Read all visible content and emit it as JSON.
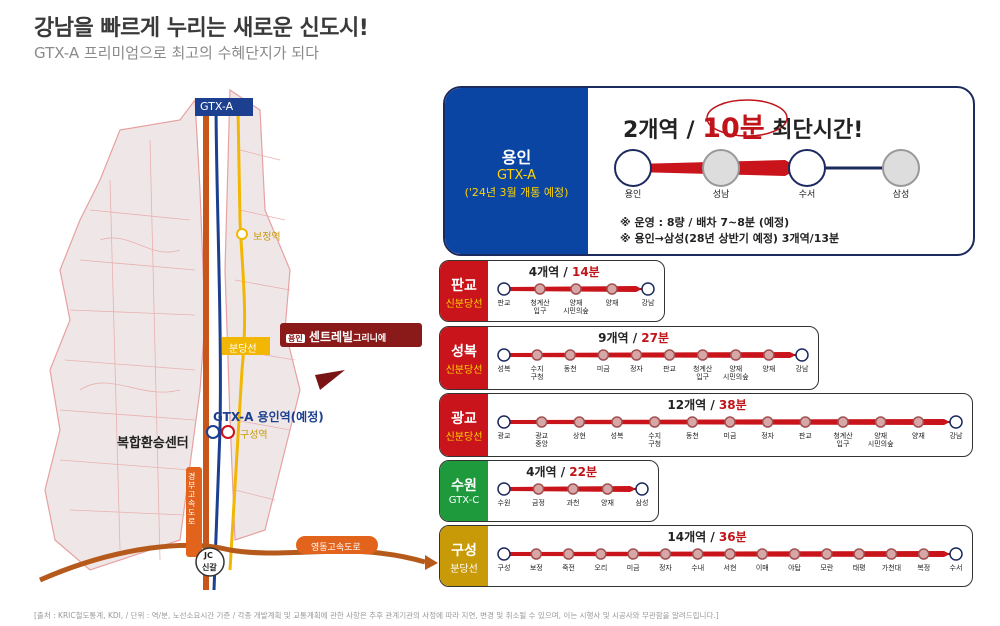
{
  "header": {
    "title": "강남을 빠르게 누리는 새로운 신도시!",
    "subtitle": "GTX-A 프리미엄으로 최고의 수혜단지가 되다"
  },
  "map": {
    "gtx_label": "GTX-A",
    "bojeong": "보정역",
    "bundang": "분당선",
    "brand_badge": "용인",
    "brand": "센트레빌",
    "brand_sub": "그리니에",
    "gtx_station": "GTX-A 용인역(예정)",
    "guseong": "구성역",
    "center": "복합환승센터",
    "expressway_v": "경부고속도로",
    "expressway_h": "영동고속도로",
    "jc": "JC",
    "jc_name": "신갈",
    "colors": {
      "gtx": "#c8561a",
      "bundang": "#f2b705",
      "navy": "#1c3f8f"
    }
  },
  "big_card": {
    "name": "용인",
    "line": "GTX-A",
    "open": "('24년 3월 개통 예정)",
    "headline_pre": "2개역 / ",
    "headline_hl": "10분",
    "headline_post": " 최단시간!",
    "stations": [
      "용인",
      "성남",
      "수서",
      "삼성"
    ],
    "note1": "※ 운영 : 8량 / 배차 7~8분 (예정)",
    "note2": "※ 용인→삼성(28년 상반기 예정) 3개역/13분"
  },
  "cards": [
    {
      "name": "판교",
      "line": "신분당선",
      "pre": "4개역 / ",
      "hl": "14분",
      "stations": [
        "판교",
        "청계산\n입구",
        "양재\n시민의숲",
        "양재",
        "강남"
      ],
      "color": "#c8141a"
    },
    {
      "name": "성복",
      "line": "신분당선",
      "pre": "9개역 / ",
      "hl": "27분",
      "stations": [
        "성복",
        "수지\n구청",
        "동천",
        "미금",
        "정자",
        "판교",
        "청계산\n입구",
        "양재\n시민의숲",
        "양재",
        "강남"
      ],
      "color": "#c8141a"
    },
    {
      "name": "광교",
      "line": "신분당선",
      "pre": "12개역 / ",
      "hl": "38분",
      "stations": [
        "광교",
        "광교\n중앙",
        "상현",
        "성복",
        "수지\n구청",
        "동천",
        "미금",
        "정자",
        "판교",
        "청계산\n입구",
        "양재\n시민의숲",
        "양재",
        "강남"
      ],
      "color": "#c8141a"
    },
    {
      "name": "수원",
      "line": "GTX-C",
      "pre": "4개역 / ",
      "hl": "22분",
      "stations": [
        "수원",
        "금정",
        "과천",
        "양재",
        "삼성"
      ],
      "color": "#1e9a3c"
    },
    {
      "name": "구성",
      "line": "분당선",
      "pre": "14개역 / ",
      "hl": "36분",
      "stations": [
        "구성",
        "보정",
        "죽전",
        "오리",
        "미금",
        "정자",
        "수내",
        "서현",
        "이매",
        "야탑",
        "모란",
        "태평",
        "가천대",
        "복정",
        "수서"
      ],
      "color": "#c99a08"
    }
  ],
  "footer": "[출처 : KRIC철도통계, KDI, / 단위 : 역/분, 노선소요시간 기준 / 각종 개발계획 및 교통계획에 관한 사항은 추후 관계기관의 사정에 따라 지연, 변경 및 취소될 수 있으며, 이는 시행사 및 시공사와 무관함을 알려드립니다.]"
}
